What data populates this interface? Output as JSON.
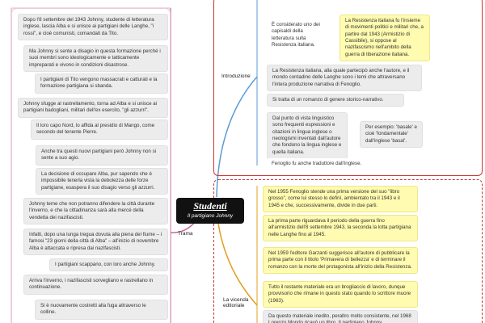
{
  "central": {
    "title": "Studenti",
    "subtitle": "Il partigiano Johnny"
  },
  "branches": {
    "trama": "Trama",
    "introduzione": "Introduzione",
    "vicenda": "La vicenda editoriale"
  },
  "trama_items": [
    "Dopo l'8 settembre del 1943 Johnny, studente di letteratura inglese, lascia Alba e si unisce ai partigiani delle Langhe, \"i rossi\", e cioè comunisti, comandati da Tito.",
    "Ma Johnny si sente a disagio in questa formazione perché i suoi membri sono ideologicamente e tatticamente impreparati e vivono in condizioni disastrose.",
    "I partigiani di Tito vengono massacrati e catturati e la formazione partigiana si sbanda.",
    "Johnny sfugge al rastrellamento, torna ad Alba e si unisce ai partigiani badogliani, militari dell'ex esercito, \"gli azzurri\".",
    "Il loro capo Nord, lo affida al presidio di Mango, come secondo del tenente Pierre.",
    "Anche tra questi nuovi partigiani però Johnny non si sente a suo agio.",
    "La decisione di occupare Alba, pur sapendo che è impossibile tenerla vista la debolezza delle forze partigiane, esaspera il suo disagio verso gli azzurri.",
    "Johnny teme che non potranno difendere la città durante l'inverno, e che la cittadinanza sarà alla mercé della vendetta dei nazifascisti.",
    "Infatti, dopo una lunga tregua dovuta alla piena del fiume – i famosi \"23 giorni della città di Alba\" – all'inizio di novembre Alba è attaccata e ripresa dai nazifascisti.",
    "I partigiani scappano, con loro anche Johnny.",
    "Arriva l'inverno, i nazifascisti sorvegliano e rastrellano in continuazione.",
    "Si è nuovamente costretti alla fuga attraverso le colline."
  ],
  "intro": {
    "capisaldi": "È considerato uno dei capisaldi della letteratura sulla Resistenza italiana.",
    "resistenza_def": "La Resistenza italiana fu l'insieme di movimenti politici e militari che, a partire dal 1943 (Armistizio di Cassibile), si oppose al nazifascismo nell'ambito della guerra di liberazione italiana.",
    "resistenza_autore": "La Resistenza italiana, alla quale partecipò anche l'autore, e il mondo contadino delle Langhe sono i temi che attraversano l'intera produzione narrativa di Fenoglio.",
    "incompiuto": "Si tratta di un romanzo di genere storico-narrativo.",
    "linguistico": "Dal punto di vista linguistico sono frequenti espressioni e citazioni in lingua inglese o neologismi inventati dall'autore che fondono la lingua inglese e quella italiana.",
    "esempio": "Per esempio: 'basale' e cioè 'fondamentale' dall'inglese 'basal'.",
    "traduttore": "Fenoglio fu anche traduttore dall'inglese."
  },
  "vicenda_items": [
    "Nel 1955 Fenoglio stende una prima versione del suo \"libro grosso\", come lui stesso lo definì, ambientato tra il 1943 e il 1945 e che, successivamente, divide in due parti.",
    "La prima parte riguardava il periodo della guerra fino all'armistizio dell'8 settembre 1943, la seconda la lotta partigiana nelle Langhe fino al 1945.",
    "Nel 1959 l'editore Garzanti suggerisce all'autore di pubblicare la prima parte con il titolo 'Primavera di bellezza' e di terminare il romanzo con la morte del protagonista all'inizio della Resistenza.",
    "Tutto il restante materiale era un brogliaccio di lavoro, dunque provvisorio che rimane in questo stato quando lo scrittore muore (1963).",
    "Da questo materiale inedito, peraltro molto consistente, nel 1968 Lorenzo Mondo ricavò un libro, Il partigiano Johnny."
  ],
  "colors": {
    "trama": "#c56a9a",
    "intro": "#5b9bd5",
    "vicenda": "#e0a020",
    "region_border": "#cc3333"
  }
}
